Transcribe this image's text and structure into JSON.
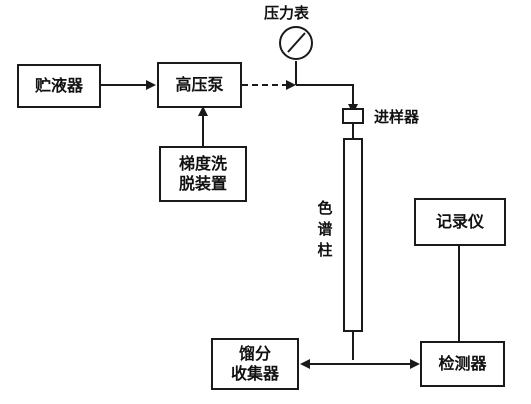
{
  "nodes": {
    "reservoir": "贮液器",
    "pump": "高压泵",
    "gradient": "梯度洗\n脱装置",
    "injector": "进样器",
    "column": "色谱柱",
    "recorder": "记录仪",
    "detector": "检测器",
    "collector": "馏分\n收集器",
    "gauge": "压力表"
  }
}
